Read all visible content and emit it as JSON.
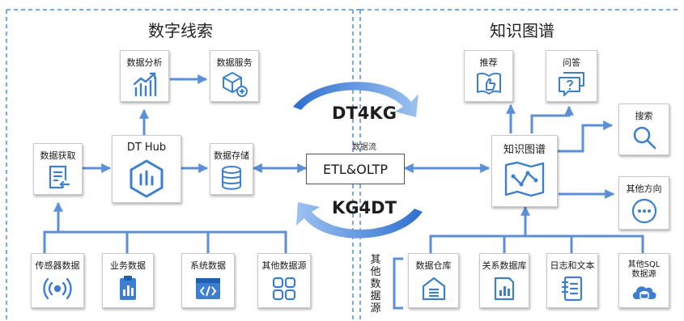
{
  "left_title": "数字线索",
  "right_title": "知识图谱",
  "left_nodes": {
    "analysis": "数据分析",
    "service": "数据服务",
    "acquire": "数据获取",
    "hub": "DT Hub",
    "storage": "数据存储",
    "sensor": "传感器数据",
    "business": "业务数据",
    "system": "系统数据",
    "other": "其他数据源"
  },
  "center": {
    "top_label": "DT4KG",
    "bottom_label": "KG4DT",
    "flow_label": "数据流",
    "box_label": "ETL&OLTP"
  },
  "right_nodes": {
    "recommend": "推荐",
    "qa": "问答",
    "search": "搜索",
    "kg": "知识图谱",
    "other_direction": "其他方向",
    "warehouse": "数据仓库",
    "relational": "关系数据库",
    "log": "日志和文本",
    "other_sql_line1": "其他SQL",
    "other_sql_line2": "数据源"
  },
  "other_sources_label": [
    "其",
    "他",
    "数",
    "据",
    "源"
  ],
  "colors": {
    "arrow": "#5b8fd9",
    "icon": "#3c7fd0",
    "divider": "#4a8fd8",
    "curve": "#3f7fd6"
  }
}
